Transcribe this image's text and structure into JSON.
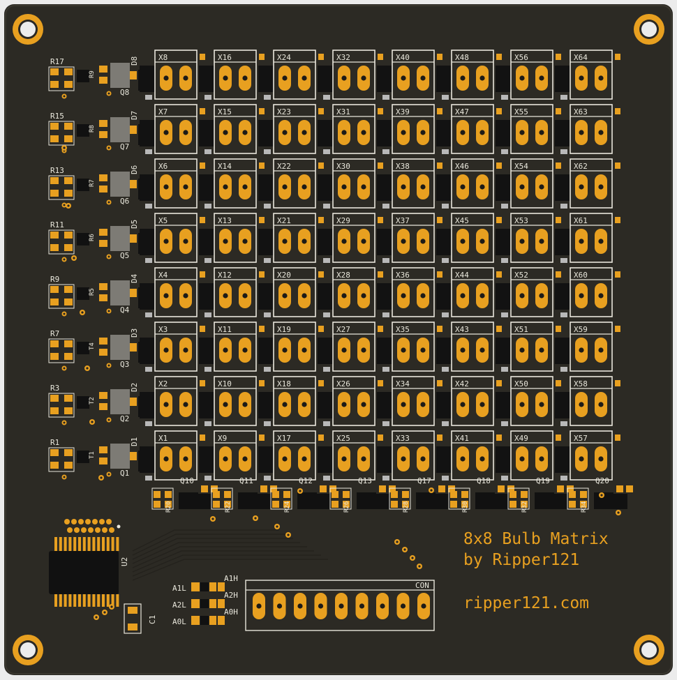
{
  "board": {
    "title_line1": "8x8 Bulb Matrix",
    "title_line2": "by Ripper121",
    "website": "ripper121.com",
    "connector_label": "CON",
    "ic_label": "U2",
    "cap_label": "C1",
    "address_labels": [
      "A1L",
      "A2L",
      "A0L"
    ],
    "address_high_labels": [
      "A1H",
      "A2H",
      "A0H"
    ],
    "row_resistors": [
      "R17",
      "R15",
      "R13",
      "R11",
      "R9",
      "R7",
      "R3",
      "R1"
    ],
    "row_transistors": [
      "Q8",
      "Q7",
      "Q6",
      "Q5",
      "Q4",
      "Q3",
      "Q2",
      "Q1"
    ],
    "row_diodes": [
      "D8",
      "D7",
      "D6",
      "D5",
      "D4",
      "D3",
      "D2",
      "D1"
    ],
    "row_side_labels": [
      "R9",
      "R8",
      "R7",
      "R6",
      "R5",
      "T4",
      "T2",
      "T1"
    ],
    "column_transistors": [
      "Q10",
      "Q11",
      "Q12",
      "Q13",
      "Q17",
      "Q18",
      "Q19",
      "Q20"
    ],
    "column_resistors": [
      "R20",
      "R22",
      "R24",
      "R26",
      "R28",
      "R30",
      "R32",
      "R34"
    ],
    "bulb_prefix": "X",
    "rows": 8,
    "cols": 8
  },
  "colors": {
    "board": "#2c2a24",
    "gold": "#e8a020",
    "silk": "#e9e7dc",
    "mask_dark": "#121212"
  }
}
